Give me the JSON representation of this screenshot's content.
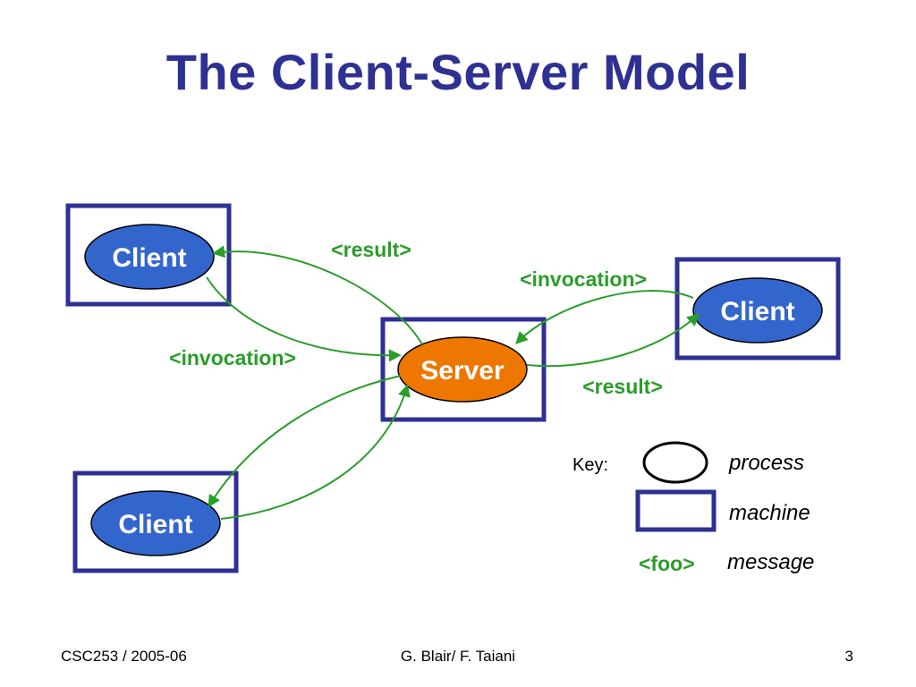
{
  "slide": {
    "title": "The Client-Server Model"
  },
  "diagram": {
    "clients": [
      {
        "label": "Client"
      },
      {
        "label": "Client"
      },
      {
        "label": "Client"
      }
    ],
    "server": {
      "label": "Server"
    },
    "messages": {
      "result_top": "<result>",
      "invocation_right": "<invocation>",
      "invocation_left": "<invocation>",
      "result_right": "<result>"
    },
    "key": {
      "label": "Key:",
      "process": "process",
      "machine": "machine",
      "message_example": "<foo>",
      "message": "message"
    },
    "colors": {
      "machine_border": "#2e3192",
      "client_fill": "#3366cc",
      "server_fill": "#ee7700",
      "message_text": "#2a9d2a",
      "arrow": "#2a9d2a",
      "title": "#2e3192"
    }
  },
  "footer": {
    "left": "CSC253 / 2005-06",
    "center": "G. Blair/ F. Taiani",
    "right": "3"
  }
}
